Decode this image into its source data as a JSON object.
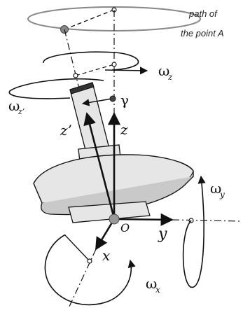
{
  "annotation": {
    "line1": "path of",
    "line2": "the point A"
  },
  "labels": {
    "omega": "ω",
    "sub_z": "z",
    "sub_zp": "z’",
    "sub_y": "y",
    "sub_x": "x",
    "gamma": "γ",
    "z_prime": "z’",
    "z": "z",
    "y": "y",
    "x": "x",
    "origin": "O"
  },
  "colors": {
    "body_fill": "#e6e6e6",
    "body_dark": "#c9c9c9",
    "stroke": "#111111",
    "path_ellipse": "#888888"
  }
}
